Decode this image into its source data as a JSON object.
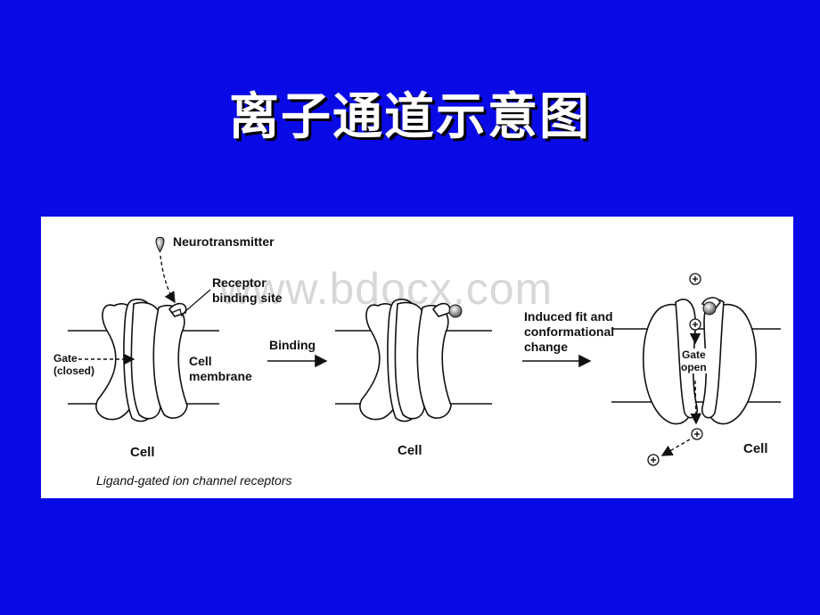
{
  "title": "离子通道示意图",
  "watermark": "www.bdocx.com",
  "figure": {
    "labels": {
      "neurotransmitter": "Neurotransmitter",
      "receptor_binding_site": "Receptor\nbinding site",
      "gate_closed": "Gate\n(closed)",
      "cell_membrane": "Cell\nmembrane",
      "binding": "Binding",
      "induced_fit": "Induced fit and\nconformational\nchange",
      "gate_open": "Gate\nopen",
      "cell_1": "Cell",
      "cell_2": "Cell",
      "cell_3": "Cell"
    },
    "caption": "Ligand-gated ion channel receptors"
  },
  "colors": {
    "background": "#0a0ae6",
    "title": "#ffffff",
    "figure_bg": "#ffffff",
    "line": "#111111"
  }
}
